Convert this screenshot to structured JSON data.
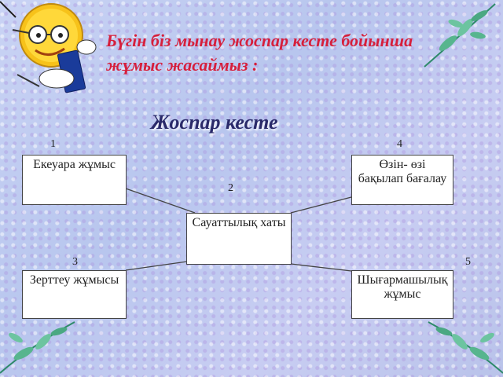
{
  "title": "Бүгін біз мынау жоспар кесте бойынша жұмыс жасаймыз :",
  "plan_title": "Жоспар кесте",
  "nodes": {
    "n1": {
      "number": "1",
      "label": "Екеуара жұмыс"
    },
    "n2": {
      "number": "2",
      "label": "Сауаттылық хаты"
    },
    "n3": {
      "number": "3",
      "label": "Зерттеу жұмысы"
    },
    "n4": {
      "number": "4",
      "label": "Өзін- өзі бақылап бағалау"
    },
    "n5": {
      "number": "5",
      "label": "Шығармашылық жұмыс"
    }
  },
  "colors": {
    "title": "#d61f3c",
    "plan_title": "#2a2a6a",
    "box_border": "#444444"
  },
  "decorations": [
    "smiley-teacher-icon",
    "leaf-sprig-icon"
  ]
}
